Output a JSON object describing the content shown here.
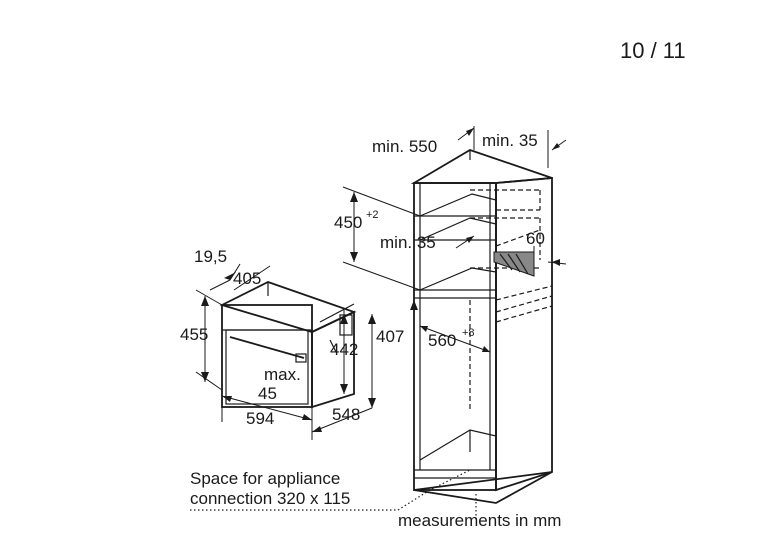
{
  "page_indicator": "10 / 11",
  "cabinet": {
    "min_550": "min. 550",
    "min_35_top": "min. 35",
    "height_450": "450",
    "height_450_sup": "+2",
    "min_35_mid": "min. 35",
    "vent_60": "60",
    "niche_407": "407",
    "width_560": "560",
    "width_560_sup": "+8"
  },
  "appliance": {
    "dim_19_5": "19,5",
    "dim_405": "405",
    "dim_455": "455",
    "dim_442": "442",
    "max_label": "max.",
    "max_45": "45",
    "dim_594": "594",
    "dim_548": "548"
  },
  "notes": {
    "space_line1": "Space for appliance",
    "space_line2": "connection 320 x 115",
    "measurements": "measurements in mm"
  }
}
